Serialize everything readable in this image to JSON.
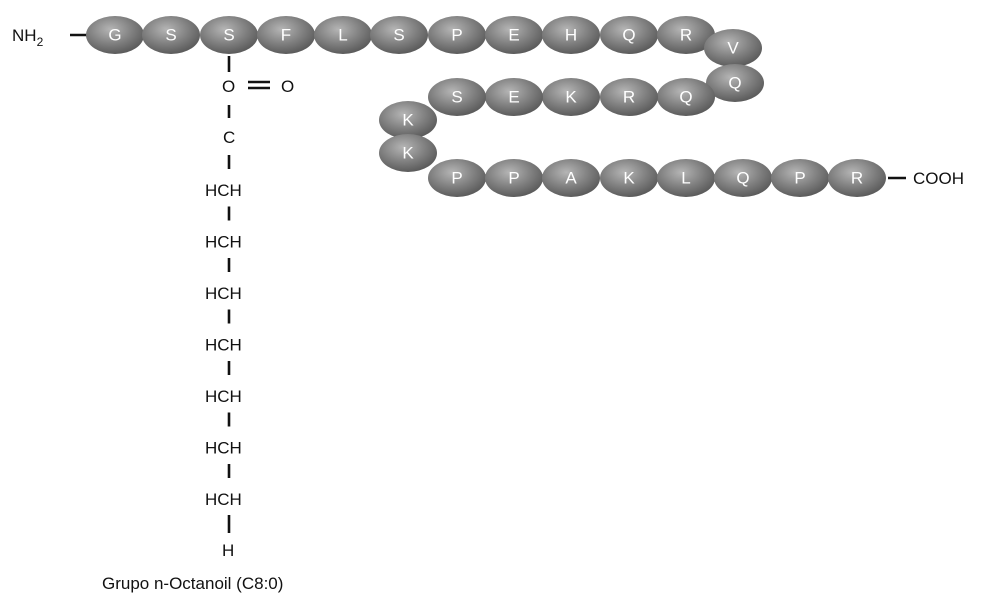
{
  "labels": {
    "n_terminus": "NH",
    "n_terminus_sub": "2",
    "c_terminus": "COOH",
    "carbonyl_carbon": "O",
    "carbonyl_oxygen": "O",
    "alpha_carbon": "C",
    "chain_unit": "HCH",
    "terminal_h": "H",
    "caption": "Grupo n-Octanoil (C8:0)"
  },
  "residues": [
    "G",
    "S",
    "S",
    "F",
    "L",
    "S",
    "P",
    "E",
    "H",
    "Q",
    "R",
    "V",
    "Q",
    "Q",
    "R",
    "K",
    "E",
    "S",
    "K",
    "K",
    "P",
    "P",
    "A",
    "K",
    "L",
    "Q",
    "P",
    "R"
  ],
  "residue_color": "#7f7f7f",
  "residue_highlight": "#b5b5b5",
  "residue_shadow": "#555555"
}
